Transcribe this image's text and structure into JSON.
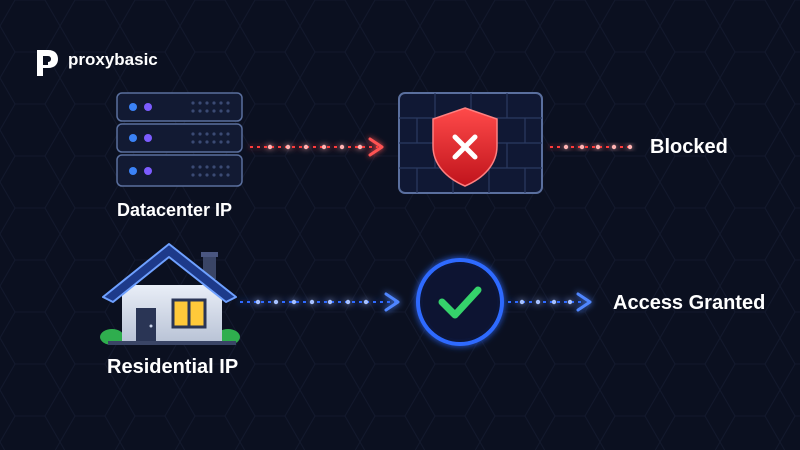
{
  "brand": {
    "name": "proxybasic",
    "logo_icon": "proxybasic-logo-icon"
  },
  "rows": [
    {
      "source_label": "Datacenter IP",
      "source_icon": "server-rack-icon",
      "gate_icon": "firewall-shield-x-icon",
      "result_label": "Blocked",
      "color": "#ff3b3b"
    },
    {
      "source_label": "Residential IP",
      "source_icon": "house-icon",
      "gate_icon": "checkmark-circle-icon",
      "result_label": "Access Granted",
      "color": "#2f6bff"
    }
  ],
  "colors": {
    "background": "#0b1020",
    "blocked": "#ff3b3b",
    "granted": "#2f6bff",
    "check": "#35d36b"
  }
}
